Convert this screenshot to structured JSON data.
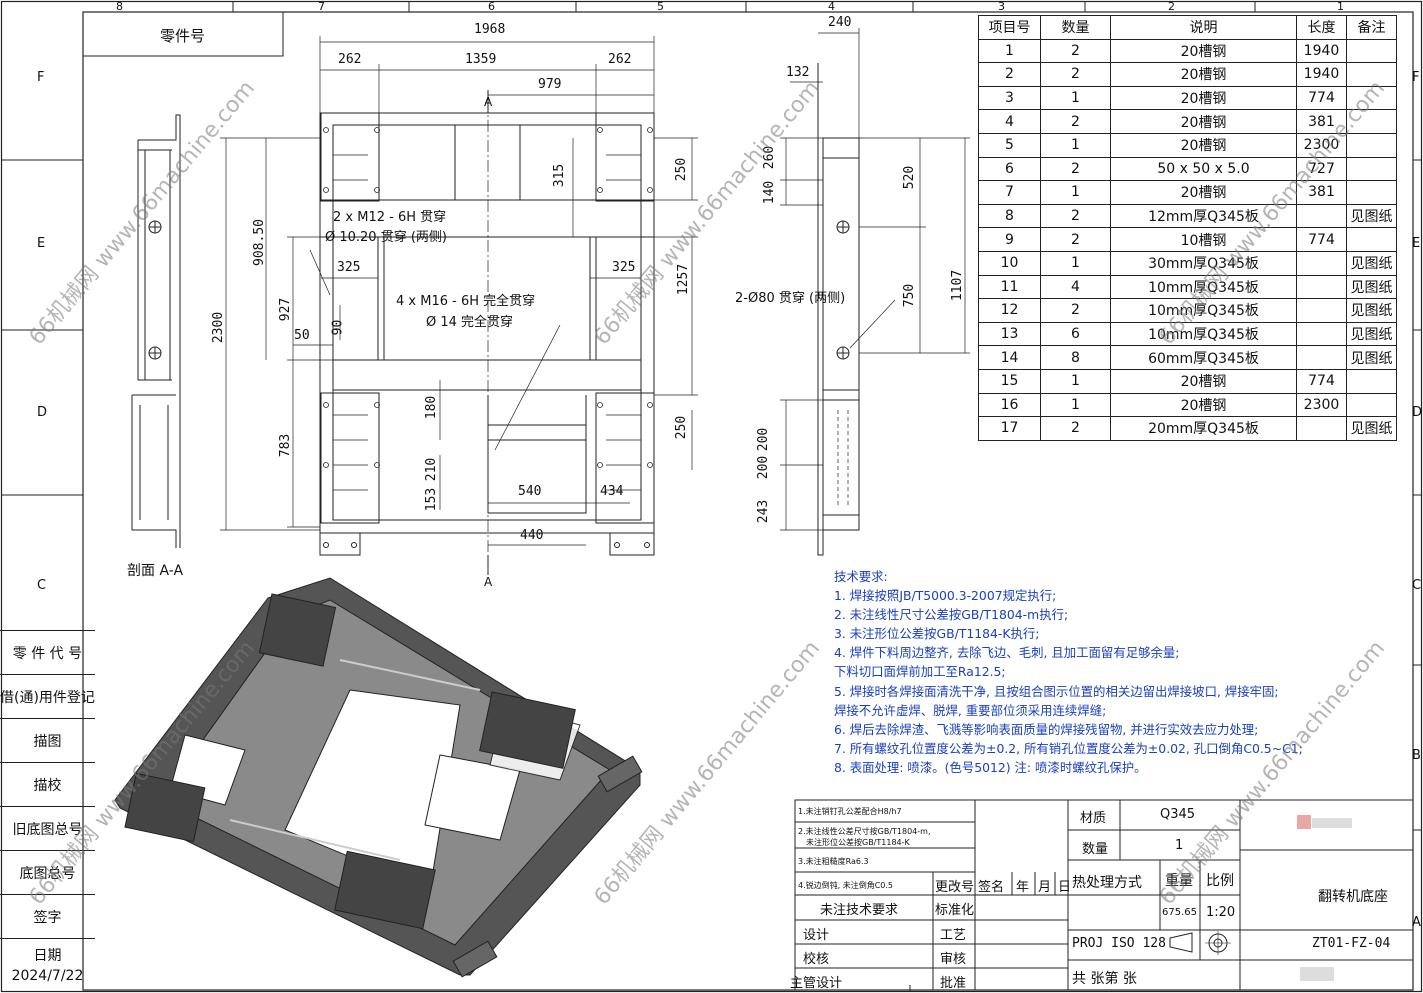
{
  "border": {
    "col_labels": [
      "8",
      "7",
      "6",
      "5",
      "4",
      "3",
      "2",
      "1"
    ],
    "row_labels": [
      "F",
      "E",
      "D",
      "C",
      "B",
      "A"
    ]
  },
  "part_no_label": "零件号",
  "section_label": "剖面 A-A",
  "section_marks": [
    "A",
    "A",
    "A"
  ],
  "front_dims": {
    "overall_width": "1968",
    "left_seg": "262",
    "mid_seg": "1359",
    "right_seg": "262",
    "inner_979": "979",
    "h_2300": "2300",
    "h_908": "908.50",
    "h_927": "927",
    "h_783": "783",
    "h_315": "315",
    "h_250_top": "250",
    "h_1257": "1257",
    "h_250_bot": "250",
    "d_325_l": "325",
    "d_325_r": "325",
    "d_90": "90",
    "d_50": "50",
    "d_180": "180",
    "d_210": "210",
    "d_153": "153",
    "d_540": "540",
    "d_434": "434",
    "d_440": "440"
  },
  "front_notes": {
    "thread_m12": "2 x  M12 - 6H 贯穿",
    "hole_10": "Ø 10.20 贯穿 (两侧)",
    "thread_m16": "4 x  M16 - 6H 完全贯穿",
    "hole_14": "Ø 14 完全贯穿"
  },
  "side_dims": {
    "w_240": "240",
    "w_132": "132",
    "h_260": "260",
    "h_140": "140",
    "h_520": "520",
    "h_750": "750",
    "h_1107": "1107",
    "h_200a": "200",
    "h_200b": "200",
    "h_243": "243",
    "hole_note": "2-Ø80 贯穿 (两侧)"
  },
  "bom": {
    "headers": [
      "项目号",
      "数量",
      "说明",
      "长度",
      "备注"
    ],
    "rows": [
      [
        "1",
        "2",
        "20槽钢",
        "1940",
        ""
      ],
      [
        "2",
        "2",
        "20槽钢",
        "1940",
        ""
      ],
      [
        "3",
        "1",
        "20槽钢",
        "774",
        ""
      ],
      [
        "4",
        "2",
        "20槽钢",
        "381",
        ""
      ],
      [
        "5",
        "1",
        "20槽钢",
        "2300",
        ""
      ],
      [
        "6",
        "2",
        "50 x 50 x 5.0",
        "727",
        ""
      ],
      [
        "7",
        "1",
        "20槽钢",
        "381",
        ""
      ],
      [
        "8",
        "2",
        "12mm厚Q345板",
        "",
        "见图纸"
      ],
      [
        "9",
        "2",
        "10槽钢",
        "774",
        ""
      ],
      [
        "10",
        "1",
        "30mm厚Q345板",
        "",
        "见图纸"
      ],
      [
        "11",
        "4",
        "10mm厚Q345板",
        "",
        "见图纸"
      ],
      [
        "12",
        "2",
        "10mm厚Q345板",
        "",
        "见图纸"
      ],
      [
        "13",
        "6",
        "10mm厚Q345板",
        "",
        "见图纸"
      ],
      [
        "14",
        "8",
        "60mm厚Q345板",
        "",
        "见图纸"
      ],
      [
        "15",
        "1",
        "20槽钢",
        "774",
        ""
      ],
      [
        "16",
        "1",
        "20槽钢",
        "2300",
        ""
      ],
      [
        "17",
        "2",
        "20mm厚Q345板",
        "",
        "见图纸"
      ]
    ]
  },
  "tech": {
    "title": "技术要求:",
    "lines": [
      "1. 焊接按照JB/T5000.3-2007规定执行;",
      "2. 未注线性尺寸公差按GB/T1804-m执行;",
      "3. 未注形位公差按GB/T1184-K执行;",
      "4. 焊件下料周边整齐, 去除飞边、毛刺, 且加工面留有足够余量;",
      "   下料切口面焊前加工至Ra12.5;",
      "5. 焊接时各焊接面清洗干净, 且按组合图示位置的相关边留出焊接坡口, 焊接牢固;",
      "   焊接不允许虚焊、脱焊, 重要部位须采用连续焊缝;",
      "6. 焊后去除焊渣、飞溅等影响表面质量的焊接残留物, 并进行实效去应力处理;",
      "7. 所有螺纹孔位置度公差为±0.2, 所有销孔位置度公差为±0.02, 孔口倒角C0.5~C1;",
      "8. 表面处理: 喷漆。(色号5012) 注: 喷漆时螺纹孔保护。"
    ]
  },
  "left_panel": {
    "labels": [
      "零 件 代 号",
      "借(通)用件登记",
      "描图",
      "描校",
      "旧底图总号",
      "底图总号",
      "签字",
      "日期"
    ],
    "date": "2024/7/22"
  },
  "title_block": {
    "note1": "1.未注销钉孔公差配合H8/h7",
    "note2a": "2.未注线性公差尺寸按GB/T1804-m,",
    "note2b": "未注形位公差按GB/T1184-K",
    "note3": "3.未注粗糙度Ra6.3",
    "note4": "4.锐边倒钝, 未注倒角C0.5",
    "change_no": "更改号",
    "sign": "签名",
    "year": "年",
    "month": "月",
    "day": "日",
    "untech": "未注技术要求",
    "standard": "标准化",
    "design": "设计",
    "process": "工艺",
    "check": "校核",
    "review": "审核",
    "chief": "主管设计",
    "approve": "批准",
    "material_label": "材质",
    "material": "Q345",
    "qty_label": "数量",
    "qty": "1",
    "heat_label": "热处理方式",
    "weight_label": "重量",
    "scale_label": "比例",
    "weight": "675.65",
    "scale": "1:20",
    "proj": "PROJ ISO 128",
    "sheets": "共  张第  张",
    "part_name": "翻转机底座",
    "drawing_no": "ZT01-FZ-04"
  },
  "watermark": "66机械网 www.66machine.com"
}
